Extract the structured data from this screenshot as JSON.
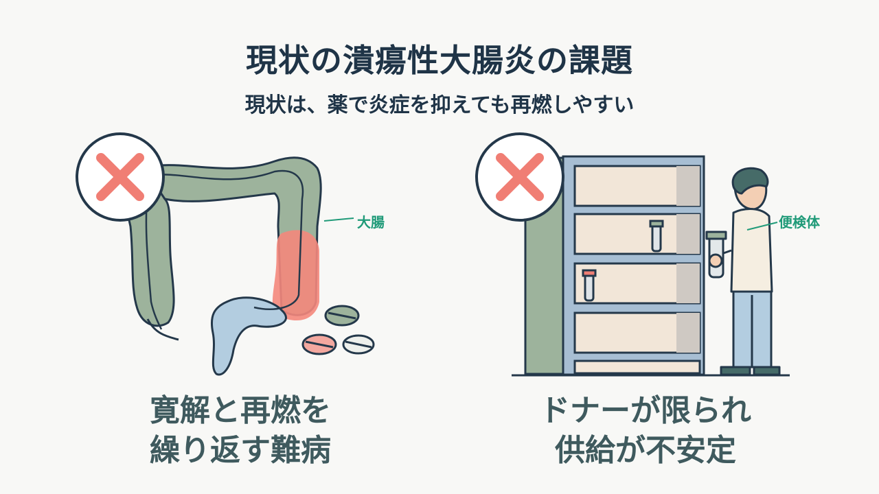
{
  "header": {
    "title": "現状の潰瘍性大腸炎の課題",
    "subtitle": "現状は、薬で炎症を抑えても再燃しやすい"
  },
  "left_panel": {
    "organ_label": "大腸",
    "caption_line1": "寛解と再燃を",
    "caption_line2": "繰り返す難病"
  },
  "right_panel": {
    "sample_label": "便検体",
    "caption_line1": "ドナーが限られ",
    "caption_line2": "供給が不安定"
  },
  "colors": {
    "title": "#1f3447",
    "caption": "#3f5a5e",
    "accent_green": "#1f9a78",
    "cross_red": "#f07e74",
    "colon_green": "#9db39c",
    "inflammation": "#f4877c",
    "rectum_blue": "#b3cde0"
  }
}
